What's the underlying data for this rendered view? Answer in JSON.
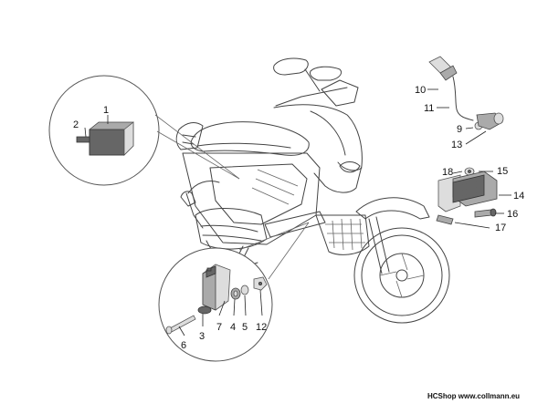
{
  "diagram": {
    "callouts": [
      {
        "id": "c1",
        "label": "1"
      },
      {
        "id": "c2",
        "label": "2"
      },
      {
        "id": "c3",
        "label": "3"
      },
      {
        "id": "c4",
        "label": "4"
      },
      {
        "id": "c5",
        "label": "5"
      },
      {
        "id": "c6",
        "label": "6"
      },
      {
        "id": "c7",
        "label": "7"
      },
      {
        "id": "c9",
        "label": "9"
      },
      {
        "id": "c10",
        "label": "10"
      },
      {
        "id": "c11",
        "label": "11"
      },
      {
        "id": "c12",
        "label": "12"
      },
      {
        "id": "c13",
        "label": "13"
      },
      {
        "id": "c14",
        "label": "14"
      },
      {
        "id": "c15",
        "label": "15"
      },
      {
        "id": "c16",
        "label": "16"
      },
      {
        "id": "c17",
        "label": "17"
      },
      {
        "id": "c18",
        "label": "18"
      }
    ]
  },
  "footer": {
    "brand": "HCShop",
    "url": "www.collmann.eu"
  }
}
